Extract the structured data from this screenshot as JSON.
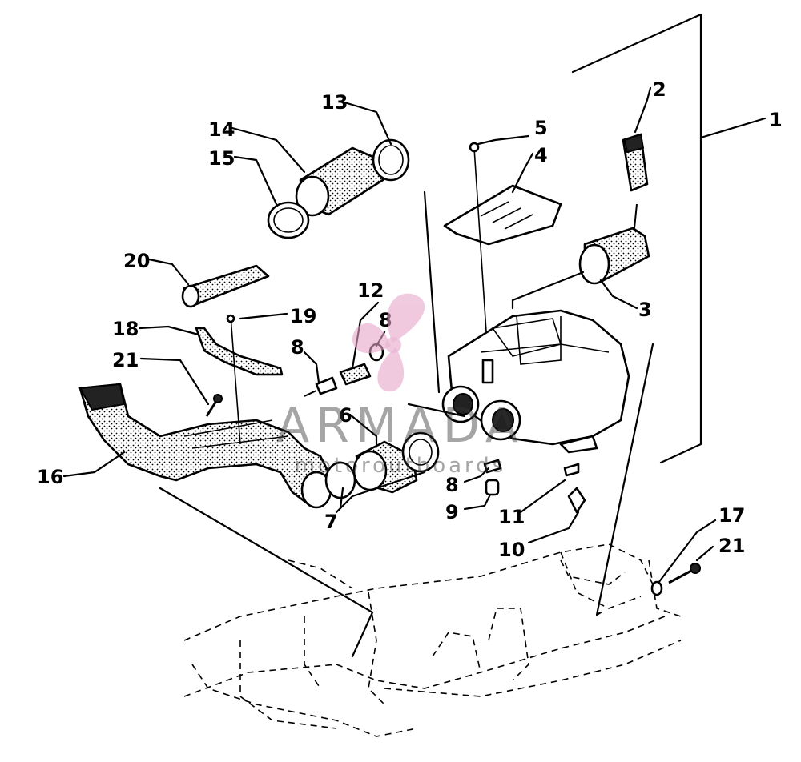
{
  "callouts": {
    "c1": "1",
    "c2": "2",
    "c3": "3",
    "c4": "4",
    "c5": "5",
    "c6": "6",
    "c7": "7",
    "c8a": "8",
    "c8b": "8",
    "c8c": "8",
    "c9": "9",
    "c10": "10",
    "c11": "11",
    "c12": "12",
    "c13": "13",
    "c14": "14",
    "c15": "15",
    "c16": "16",
    "c17": "17",
    "c18": "18",
    "c19": "19",
    "c20": "20",
    "c21a": "21",
    "c21b": "21"
  },
  "watermark": {
    "brand": "ARMADA",
    "tagline": "motoroutboards",
    "color": "#e6a6c9"
  }
}
